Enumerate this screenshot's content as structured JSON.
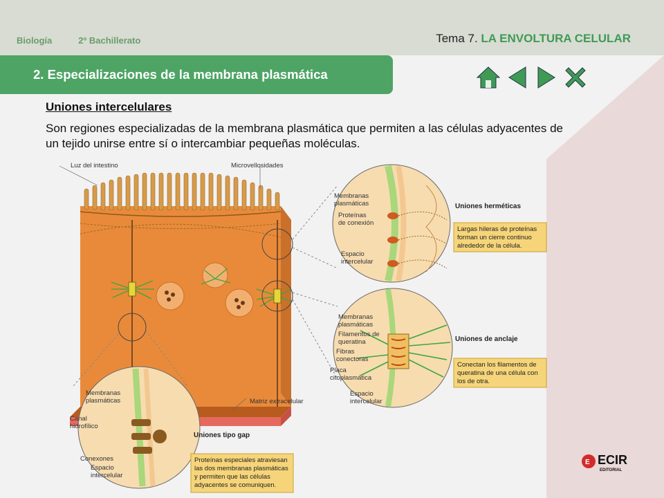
{
  "header": {
    "subject": "Biología",
    "course": "2º Bachillerato",
    "topic_prefix": "Tema 7.",
    "topic_title": "LA ENVOLTURA CELULAR"
  },
  "section": {
    "title": "2. Especializaciones de la membrana plasmática"
  },
  "nav": {
    "icons": [
      "home-icon",
      "previous-icon",
      "next-icon",
      "close-icon"
    ],
    "color": "#3f9a55"
  },
  "content": {
    "subtitle": "Uniones intercelulares",
    "paragraph": "Son regiones especializadas de la membrana plasmática que permiten a las células adyacentes de un tejido unirse entre sí o intercambiar pequeñas moléculas."
  },
  "figure": {
    "labels": {
      "luz": "Luz del intestino",
      "micro": "Microvellosidades",
      "matriz": "Matriz extracelular",
      "memb1a": "Membranas",
      "memb1b": "plasmáticas",
      "prot1": "Proteínas",
      "prot2": "de conexión",
      "esp1a": "Espacio",
      "esp1b": "intercelular",
      "herm_title": "Uniones herméticas",
      "herm1": "Largas hileras de proteínas",
      "herm2": "forman un cierre continuo",
      "herm3": "alrededor de la célula.",
      "memb2a": "Membranas",
      "memb2b": "plasmáticas",
      "fil1": "Filamentos de",
      "fil2": "queratina",
      "fib1": "Fibras",
      "fib2": "conectoras",
      "pla1": "Placa",
      "pla2": "citoplasmática",
      "esp2a": "Espacio",
      "esp2b": "intercelular",
      "anc_title": "Uniones de anclaje",
      "anc1": "Conectan los filamentos de",
      "anc2": "queratina de una célula con",
      "anc3": "los de otra.",
      "memb3a": "Membranas",
      "memb3b": "plasmáticas",
      "can1": "Canal",
      "can2": "hidrofílico",
      "con": "Conexones",
      "esp3a": "Espacio",
      "esp3b": "intercelular",
      "gap_title": "Uniones tipo gap",
      "gap1": "Proteínas especiales atraviesan",
      "gap2": "las dos membranas plasmáticas",
      "gap3": "y permiten que las células",
      "gap4": "adyacentes se comuniquen."
    }
  },
  "publisher": {
    "logo_text": "ECIR",
    "logo_sub": "EDITORIAL"
  }
}
